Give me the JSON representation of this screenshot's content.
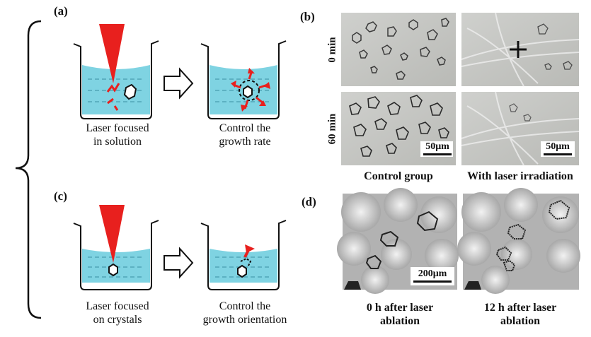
{
  "panel_a": {
    "letter": "(a)",
    "left_caption": [
      "Laser focused",
      "in solution"
    ],
    "right_caption": [
      "Control the",
      "growth rate"
    ]
  },
  "panel_b": {
    "letter": "(b)",
    "row_labels": [
      "0 min",
      "60 min"
    ],
    "col_labels": [
      "Control group",
      "With laser irradiation"
    ],
    "scale_left": "50μm",
    "scale_right": "50μm"
  },
  "panel_c": {
    "letter": "(c)",
    "left_caption": [
      "Laser focused",
      "on crystals"
    ],
    "right_caption": [
      "Control the",
      "growth orientation"
    ]
  },
  "panel_d": {
    "letter": "(d)",
    "scale": "200μm",
    "col_labels": [
      [
        "0 h after laser",
        "ablation"
      ],
      [
        "12 h after laser",
        "ablation"
      ]
    ]
  },
  "colors": {
    "laser": "#e8201e",
    "water": "#7fd3e2",
    "arrow": "#e8201e"
  }
}
